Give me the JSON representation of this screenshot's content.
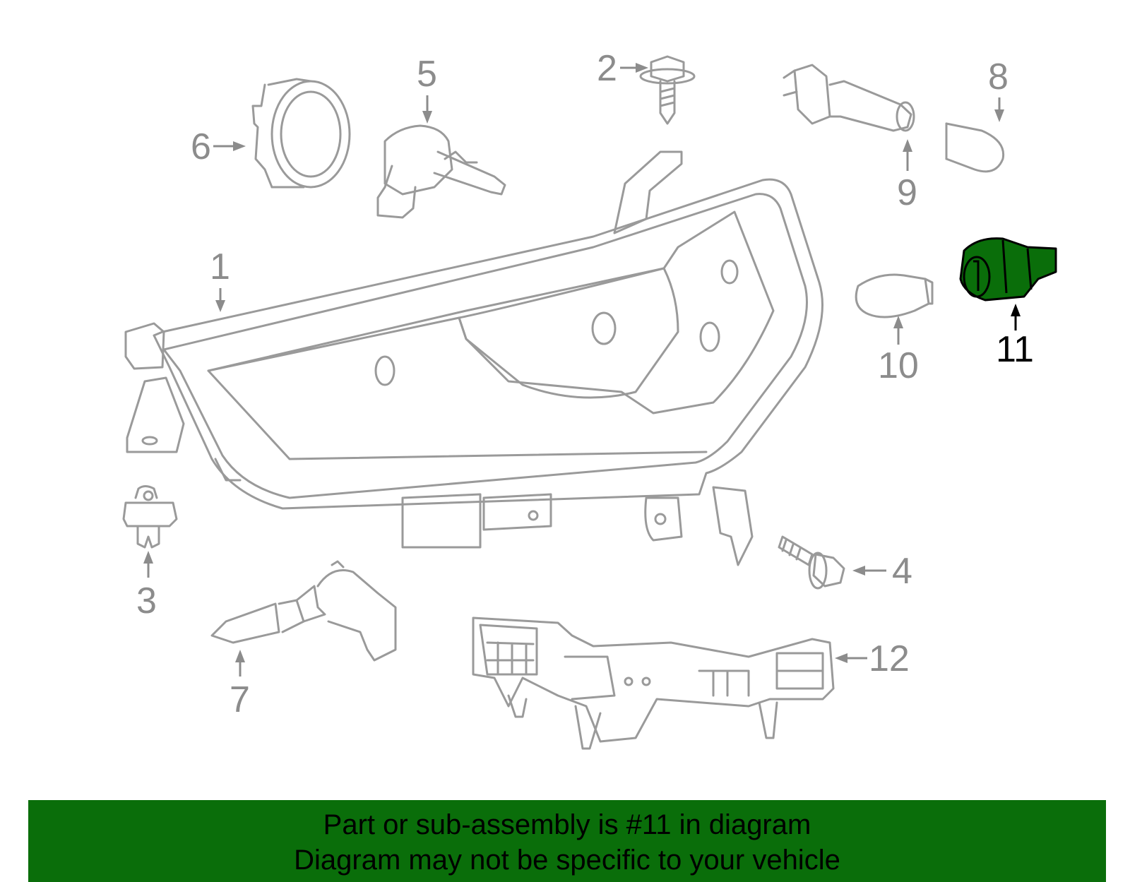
{
  "callouts": [
    {
      "id": "1",
      "label": "1"
    },
    {
      "id": "2",
      "label": "2"
    },
    {
      "id": "3",
      "label": "3"
    },
    {
      "id": "4",
      "label": "4"
    },
    {
      "id": "5",
      "label": "5"
    },
    {
      "id": "6",
      "label": "6"
    },
    {
      "id": "7",
      "label": "7"
    },
    {
      "id": "8",
      "label": "8"
    },
    {
      "id": "9",
      "label": "9"
    },
    {
      "id": "10",
      "label": "10"
    },
    {
      "id": "11",
      "label": "11"
    },
    {
      "id": "12",
      "label": "12"
    }
  ],
  "highlight": {
    "part_number": "11",
    "color": "#0a6e0a"
  },
  "colors": {
    "outline": "#9a9a9a",
    "banner": "#0a6e0a",
    "highlight_fill": "#0a6e0a"
  },
  "banner": {
    "line1": "Part or sub-assembly is #11 in diagram",
    "line2": "Diagram may not be specific to your vehicle"
  }
}
